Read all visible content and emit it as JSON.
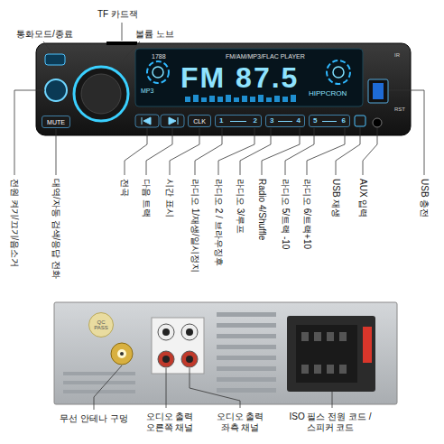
{
  "diagram": {
    "nodes": [
      {
        "text": [
          "1788",
          "FM/AM/MP3/FLAC PLAYER",
          "FM 87.5",
          "MP3",
          "HIPPCRON",
          "IR",
          "RST"
        ]
      },
      {
        "text": [
          "MUTE"
        ],
        "in": 0
      },
      {
        "text": [
          "CLK"
        ],
        "in": 0
      },
      {
        "text": [
          "1",
          "2"
        ],
        "in": 0
      },
      {
        "text": [
          "3",
          "4"
        ],
        "in": 0
      },
      {
        "text": [
          "5",
          "6"
        ],
        "in": 0
      },
      {
        "text": [
          "QC PASS"
        ]
      }
    ],
    "labels": [
      "TF 카드잭",
      "통화모드/종료",
      "볼륨 노브",
      "전원 켜기/끄기/음소거",
      "대역/자동 검색/응답 전화",
      "전곡",
      "다음 트랙",
      "시간 표시",
      "라디오 1/재생/일시정지",
      "라디오 2 / 브라우징후",
      "라디오 3/루프",
      "Radio 4/Shuffle",
      "라디오 5/트랙 -10",
      "라디오 6/트랙+10",
      "USB 재생",
      "AUX 입력",
      "USB 충전",
      "무선 안테나 구멍",
      "오디오 출력 오른쪽 채널",
      "오디오 출력 좌측 채널",
      "ISO 필스 전원 코드 /스피커 코드"
    ]
  }
}
